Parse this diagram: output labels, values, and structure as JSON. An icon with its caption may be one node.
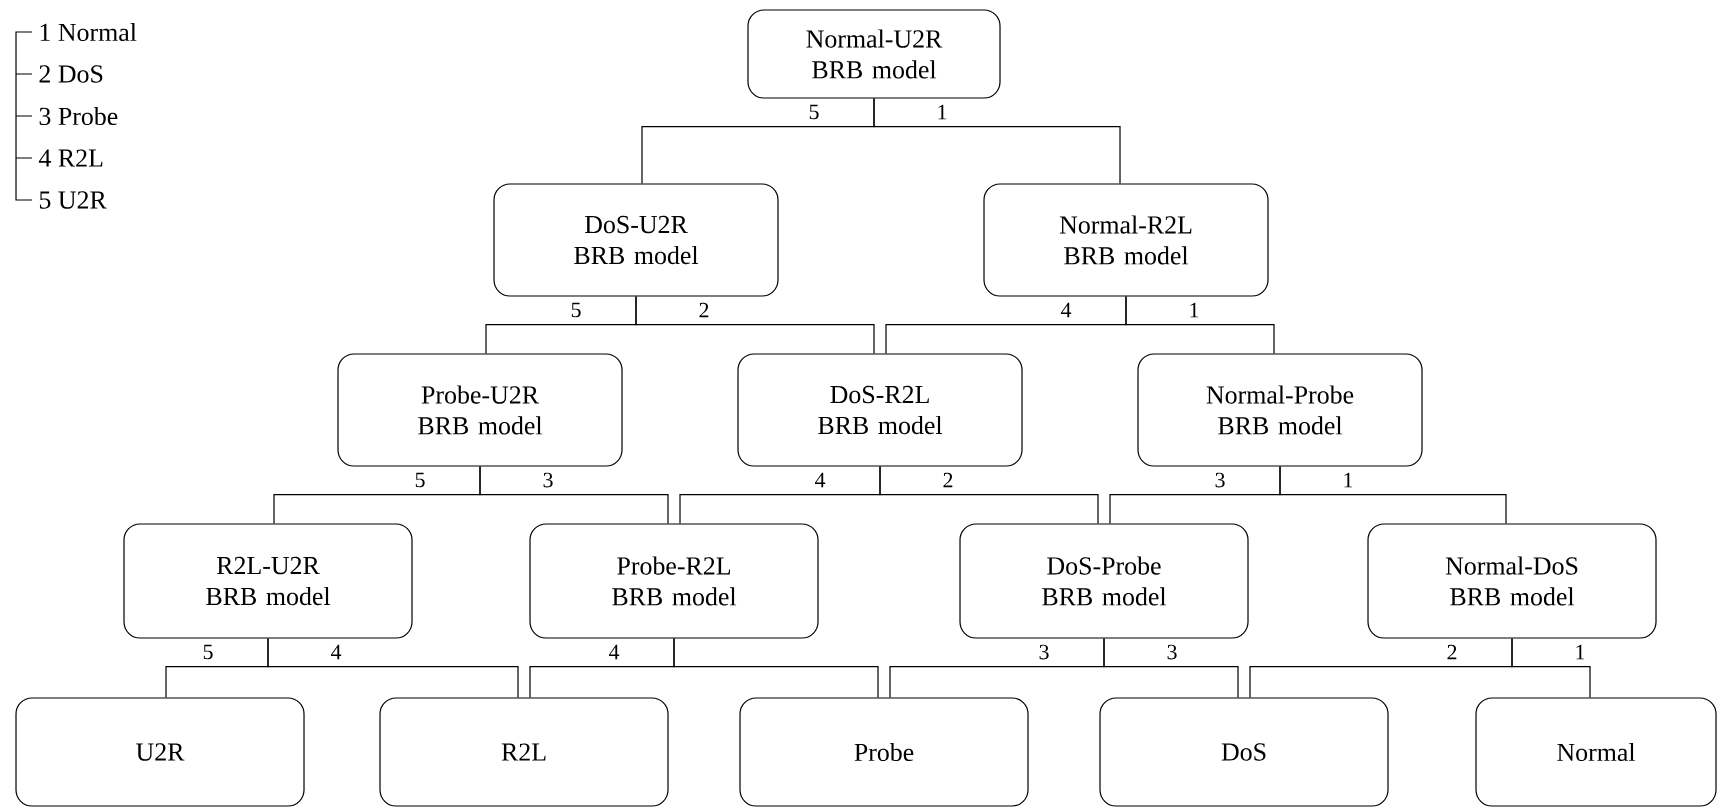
{
  "diagram": {
    "nodes": [
      {
        "text": [
          "Normal-U2R BRB model"
        ]
      },
      {
        "text": [
          "DoS-U2R BRB model"
        ]
      },
      {
        "text": [
          "Normal-R2L BRB model"
        ]
      },
      {
        "text": [
          "Probe-U2R BRB model"
        ]
      },
      {
        "text": [
          "DoS-R2L BRB model"
        ]
      },
      {
        "text": [
          "Normal-Probe BRB model"
        ]
      },
      {
        "text": [
          "R2L-U2R BRB model"
        ]
      },
      {
        "text": [
          "Probe-R2L BRB model"
        ]
      },
      {
        "text": [
          "DoS-Probe BRB model"
        ]
      },
      {
        "text": [
          "Normal-DoS BRB model"
        ]
      },
      {
        "text": [
          "U2R"
        ]
      },
      {
        "text": [
          "R2L"
        ]
      },
      {
        "text": [
          "Probe"
        ]
      },
      {
        "text": [
          "DoS"
        ]
      },
      {
        "text": [
          "Normal"
        ]
      }
    ],
    "edges": [
      {
        "from": 0,
        "to": 1,
        "arrow": "none",
        "label": "5"
      },
      {
        "from": 0,
        "to": 2,
        "arrow": "none",
        "label": "1"
      },
      {
        "from": 1,
        "to": 3,
        "arrow": "none",
        "label": "5"
      },
      {
        "from": 1,
        "to": 4,
        "arrow": "none",
        "label": "2"
      },
      {
        "from": 2,
        "to": 4,
        "arrow": "none",
        "label": "4"
      },
      {
        "from": 2,
        "to": 5,
        "arrow": "none",
        "label": "1"
      },
      {
        "from": 3,
        "to": 6,
        "arrow": "none",
        "label": "5"
      },
      {
        "from": 3,
        "to": 7,
        "arrow": "none",
        "label": "3"
      },
      {
        "from": 4,
        "to": 7,
        "arrow": "none",
        "label": "4"
      },
      {
        "from": 4,
        "to": 8,
        "arrow": "none",
        "label": "2"
      },
      {
        "from": 5,
        "to": 8,
        "arrow": "none",
        "label": "3"
      },
      {
        "from": 5,
        "to": 9,
        "arrow": "none",
        "label": "1"
      },
      {
        "from": 6,
        "to": 10,
        "arrow": "none",
        "label": "5"
      },
      {
        "from": 6,
        "to": 11,
        "arrow": "none",
        "label": "4"
      },
      {
        "from": 7,
        "to": 11,
        "arrow": "none",
        "label": "4"
      },
      {
        "from": 7,
        "to": 12,
        "arrow": "none"
      },
      {
        "from": 8,
        "to": 12,
        "arrow": "none",
        "label": "3"
      },
      {
        "from": 8,
        "to": 13,
        "arrow": "none",
        "label": "3"
      },
      {
        "from": 9,
        "to": 13,
        "arrow": "none",
        "label": "2"
      },
      {
        "from": 9,
        "to": 14,
        "arrow": "none",
        "label": "1"
      }
    ],
    "legend": [
      {
        "text": "1 Normal"
      },
      {
        "text": "2 DoS"
      },
      {
        "text": "3 Probe"
      },
      {
        "text": "4 R2L"
      },
      {
        "text": "5 U2R"
      }
    ]
  }
}
